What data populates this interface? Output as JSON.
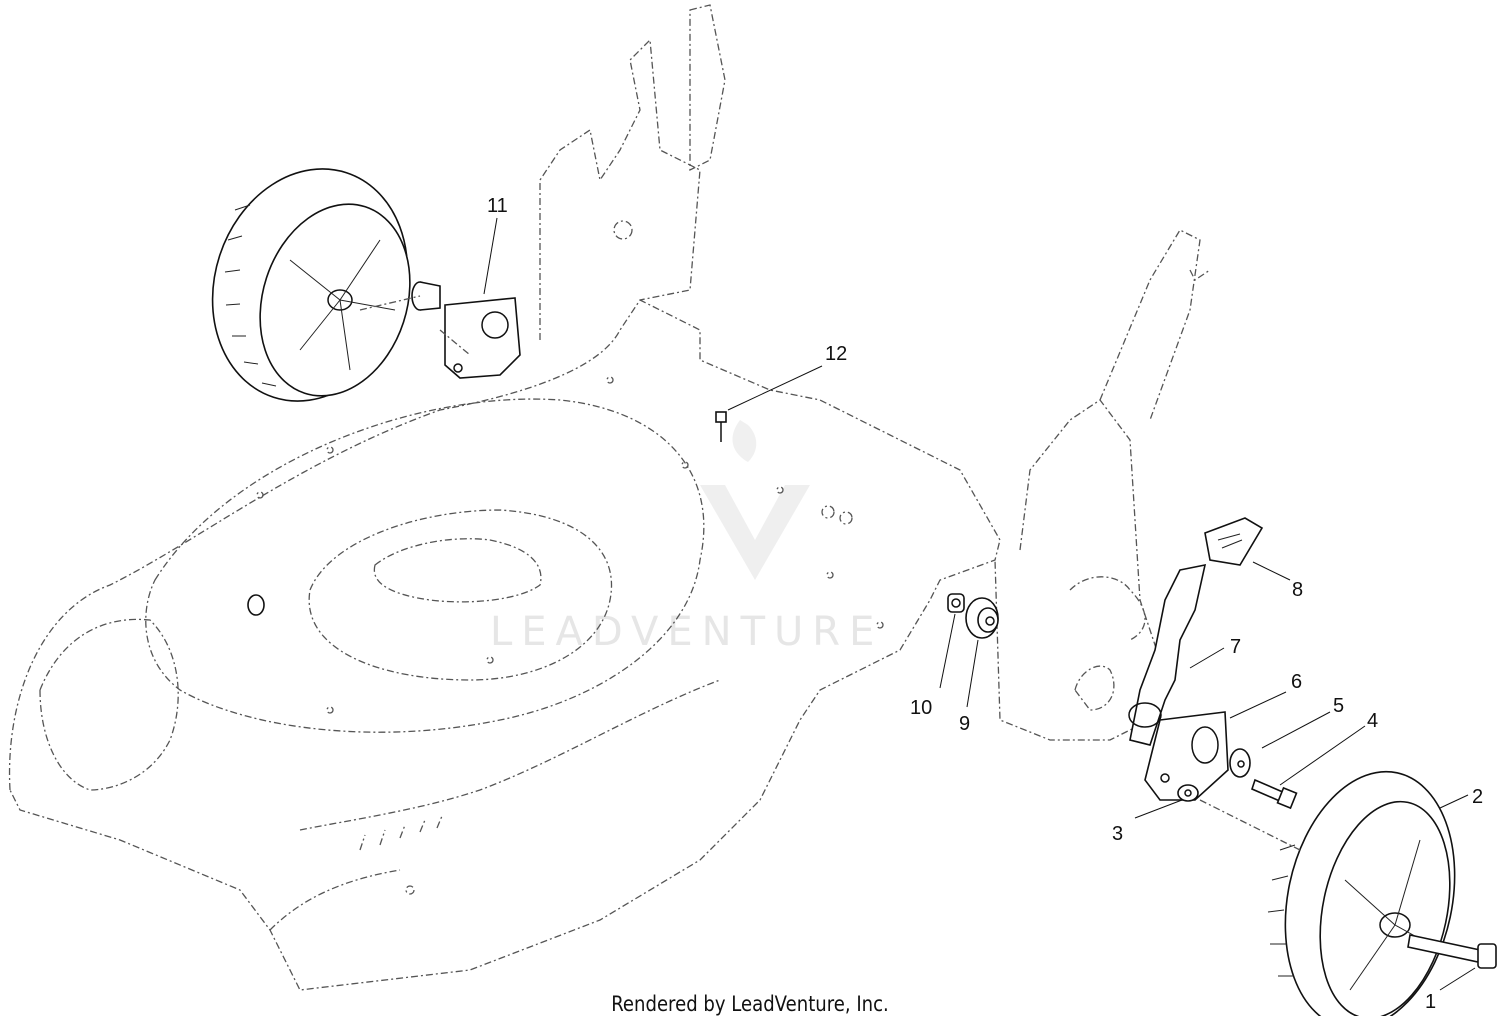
{
  "watermark": {
    "text": "LEADVENTURE"
  },
  "caption": "Rendered by LeadVenture, Inc.",
  "callouts": [
    {
      "id": "1",
      "label": "1"
    },
    {
      "id": "2",
      "label": "2"
    },
    {
      "id": "3",
      "label": "3"
    },
    {
      "id": "4",
      "label": "4"
    },
    {
      "id": "5",
      "label": "5"
    },
    {
      "id": "6",
      "label": "6"
    },
    {
      "id": "7",
      "label": "7"
    },
    {
      "id": "8",
      "label": "8"
    },
    {
      "id": "9",
      "label": "9"
    },
    {
      "id": "10",
      "label": "10"
    },
    {
      "id": "11",
      "label": "11"
    },
    {
      "id": "12",
      "label": "12"
    }
  ]
}
